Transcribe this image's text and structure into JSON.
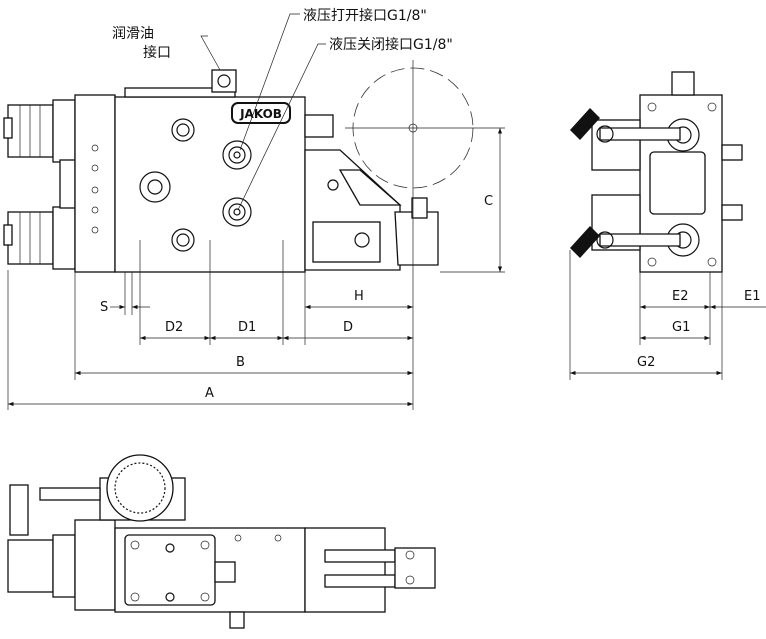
{
  "callouts": {
    "lube_port_line1": "润滑油",
    "lube_port_line2": "接口",
    "hydraulic_open_port": "液压打开接口G1/8\"",
    "hydraulic_close_port": "液压关闭接口G1/8\""
  },
  "logo": "JAKOB",
  "dimensions": {
    "A": "A",
    "B": "B",
    "C": "C",
    "D": "D",
    "D1": "D1",
    "D2": "D2",
    "H": "H",
    "S": "S",
    "E1": "E1",
    "E2": "E2",
    "G1": "G1",
    "G2": "G2"
  }
}
